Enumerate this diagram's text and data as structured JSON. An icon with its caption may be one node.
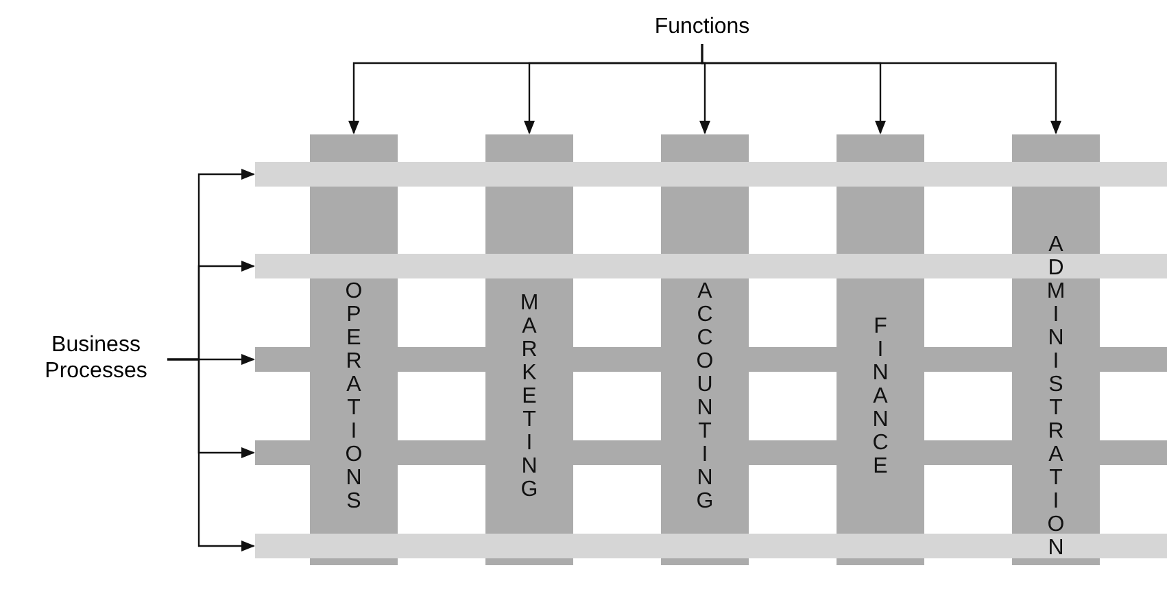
{
  "diagram": {
    "nodes": [
      {
        "text": [
          "Functions"
        ]
      },
      {
        "text": [
          "OPERATIONS"
        ]
      },
      {
        "text": [
          "MARKETING"
        ]
      },
      {
        "text": [
          "ACCOUNTING"
        ]
      },
      {
        "text": [
          "FINANCE"
        ]
      },
      {
        "text": [
          "ADMINISTRATION"
        ]
      },
      {
        "text": [
          "Business Processes"
        ]
      },
      {
        "text": [],
        "shape": "bar"
      },
      {
        "text": [],
        "shape": "bar"
      },
      {
        "text": [],
        "shape": "bar"
      },
      {
        "text": [],
        "shape": "bar"
      },
      {
        "text": [],
        "shape": "bar"
      }
    ],
    "edges": [
      {
        "from": 0,
        "to": 1,
        "arrow": "to"
      },
      {
        "from": 0,
        "to": 2,
        "arrow": "to"
      },
      {
        "from": 0,
        "to": 3,
        "arrow": "to"
      },
      {
        "from": 0,
        "to": 4,
        "arrow": "to"
      },
      {
        "from": 0,
        "to": 5,
        "arrow": "to"
      },
      {
        "from": 6,
        "to": 7,
        "arrow": "to"
      },
      {
        "from": 6,
        "to": 8,
        "arrow": "to"
      },
      {
        "from": 6,
        "to": 9,
        "arrow": "to"
      },
      {
        "from": 6,
        "to": 10,
        "arrow": "to"
      },
      {
        "from": 6,
        "to": 11,
        "arrow": "to"
      }
    ]
  }
}
